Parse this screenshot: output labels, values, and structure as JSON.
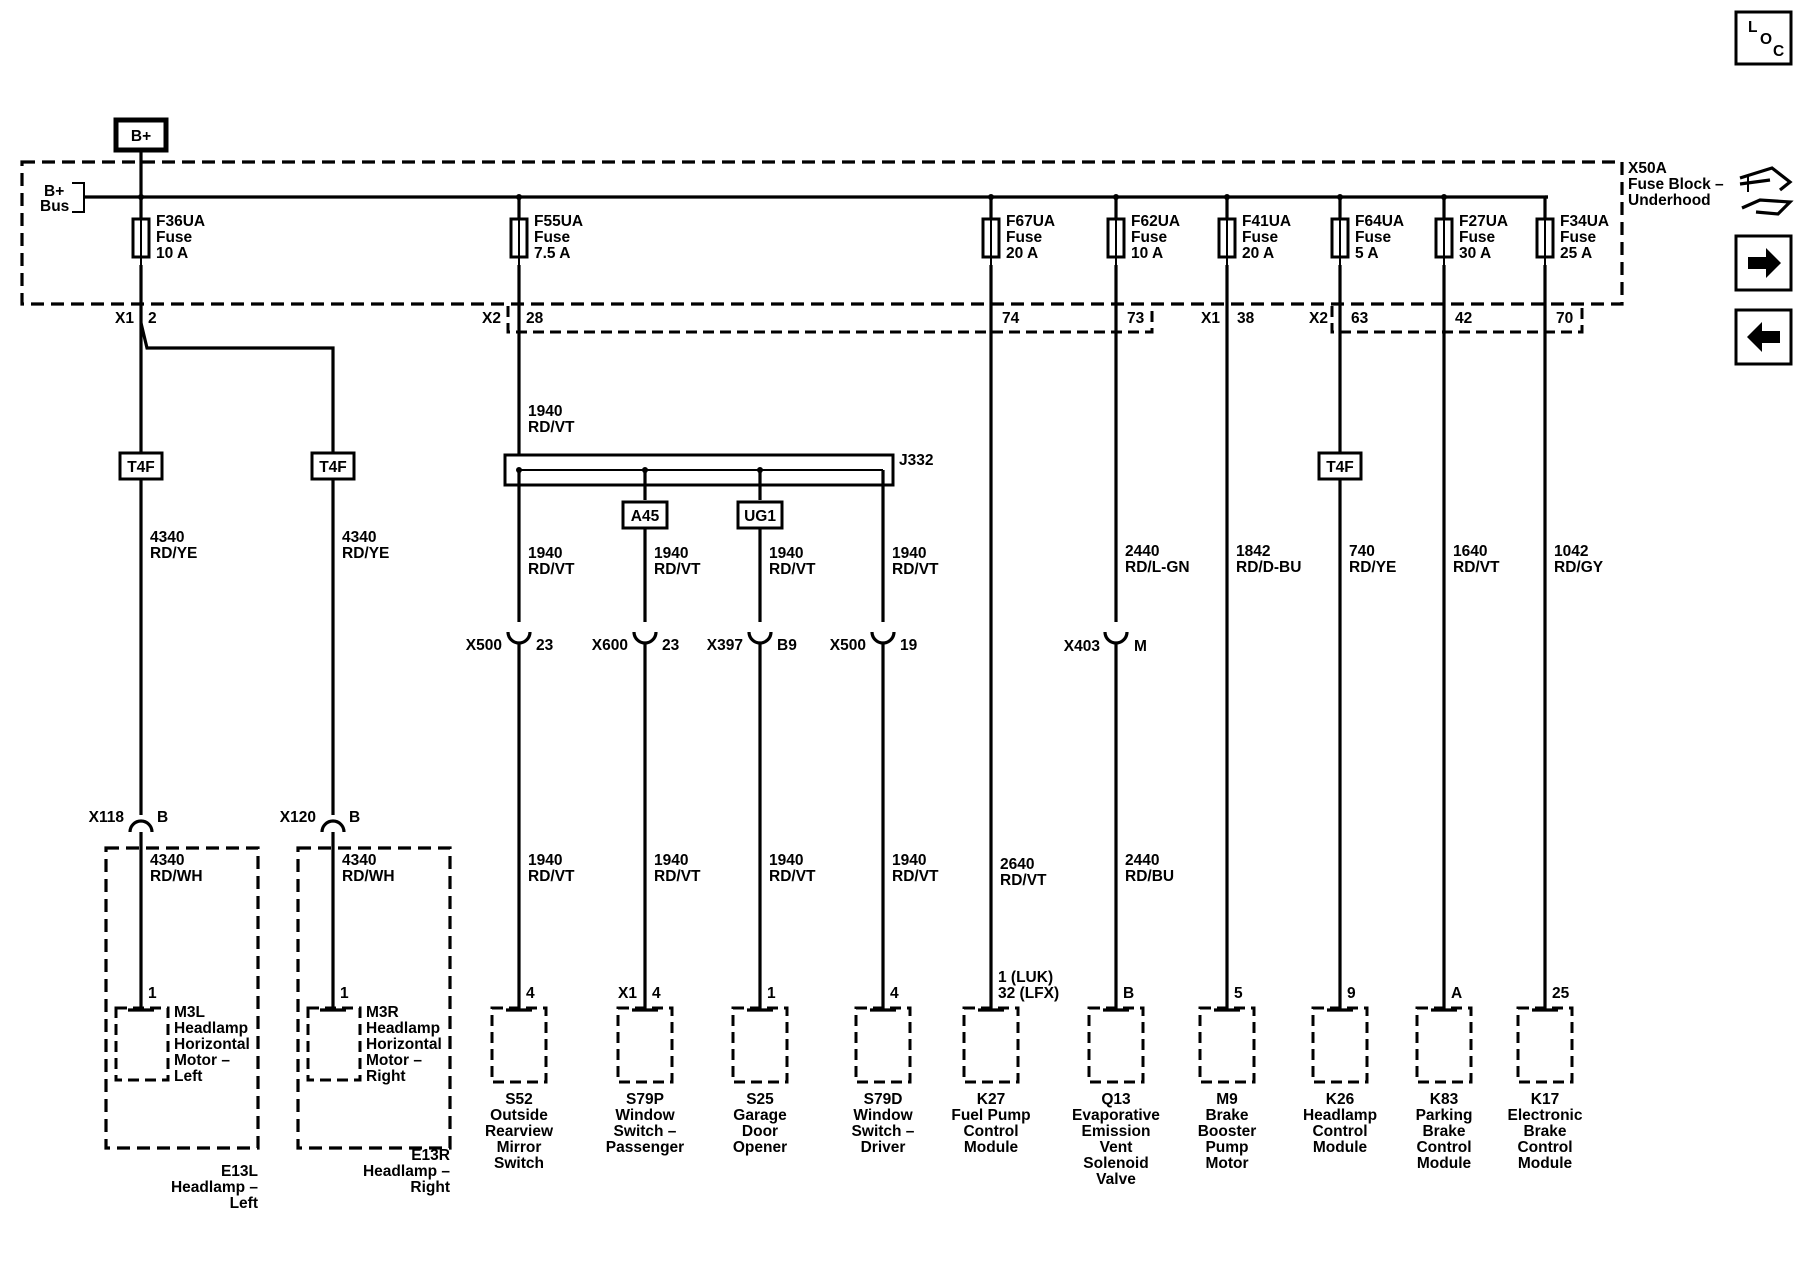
{
  "nav": {
    "loc_l": "L",
    "loc_o": "O",
    "loc_c": "C",
    "icons": [
      "loc-icon",
      "wrench-connector-icon",
      "arrow-right-icon",
      "arrow-left-icon"
    ]
  },
  "power": {
    "bplus_label": "B+",
    "bus_label_1": "B+",
    "bus_label_2": "Bus"
  },
  "fuse_block": {
    "id": "X50A",
    "name_1": "Fuse Block –",
    "name_2": "Underhood"
  },
  "fuses": [
    {
      "name": "F36UA",
      "type": "Fuse",
      "rating": "10 A"
    },
    {
      "name": "F55UA",
      "type": "Fuse",
      "rating": "7.5 A"
    },
    {
      "name": "F67UA",
      "type": "Fuse",
      "rating": "20 A"
    },
    {
      "name": "F62UA",
      "type": "Fuse",
      "rating": "10 A"
    },
    {
      "name": "F41UA",
      "type": "Fuse",
      "rating": "20 A"
    },
    {
      "name": "F64UA",
      "type": "Fuse",
      "rating": "5 A"
    },
    {
      "name": "F27UA",
      "type": "Fuse",
      "rating": "30 A"
    },
    {
      "name": "F34UA",
      "type": "Fuse",
      "rating": "25 A"
    }
  ],
  "connectors": {
    "x1_a": "X1",
    "x1_a_pin": "2",
    "x2_a": "X2",
    "x2_a_pin": "28",
    "x2_pin74": "74",
    "x2_pin73": "73",
    "x1_b": "X1",
    "x1_b_pin": "38",
    "x2_b": "X2",
    "x2_b_pin": "63",
    "pin42": "42",
    "pin70": "70"
  },
  "splice": {
    "id": "J332",
    "feed_circuit": "1940",
    "feed_color": "RD/VT"
  },
  "tags": {
    "t4f_1": "T4F",
    "t4f_2": "T4F",
    "t4f_3": "T4F",
    "a45": "A45",
    "ug1": "UG1"
  },
  "wires_upper": [
    {
      "circuit": "4340",
      "color": "RD/YE"
    },
    {
      "circuit": "4340",
      "color": "RD/YE"
    },
    {
      "circuit": "1940",
      "color": "RD/VT"
    },
    {
      "circuit": "1940",
      "color": "RD/VT"
    },
    {
      "circuit": "1940",
      "color": "RD/VT"
    },
    {
      "circuit": "1940",
      "color": "RD/VT"
    },
    {
      "circuit": "2440",
      "color": "RD/L-GN"
    },
    {
      "circuit": "1842",
      "color": "RD/D-BU"
    },
    {
      "circuit": "740",
      "color": "RD/YE"
    },
    {
      "circuit": "1640",
      "color": "RD/VT"
    },
    {
      "circuit": "1042",
      "color": "RD/GY"
    }
  ],
  "inline_connectors": [
    {
      "id": "X500",
      "pin": "23"
    },
    {
      "id": "X600",
      "pin": "23"
    },
    {
      "id": "X397",
      "pin": "B9"
    },
    {
      "id": "X500",
      "pin": "19"
    },
    {
      "id": "X403",
      "pin": "M"
    },
    {
      "id": "X118",
      "pin": "B"
    },
    {
      "id": "X120",
      "pin": "B"
    }
  ],
  "wires_lower": [
    {
      "circuit": "4340",
      "color": "RD/WH"
    },
    {
      "circuit": "4340",
      "color": "RD/WH"
    },
    {
      "circuit": "1940",
      "color": "RD/VT"
    },
    {
      "circuit": "1940",
      "color": "RD/VT"
    },
    {
      "circuit": "1940",
      "color": "RD/VT"
    },
    {
      "circuit": "1940",
      "color": "RD/VT"
    },
    {
      "circuit": "2640",
      "color": "RD/VT"
    },
    {
      "circuit": "2440",
      "color": "RD/BU"
    }
  ],
  "component_pins": {
    "m3l": "1",
    "m3r": "1",
    "s52": "4",
    "s79p_conn": "X1",
    "s79p": "4",
    "s25": "1",
    "s79d": "4",
    "k27_1": "1 (LUK)",
    "k27_2": "32 (LFX)",
    "q13": "B",
    "m9": "5",
    "k26": "9",
    "k83": "A",
    "k17": "25"
  },
  "components": {
    "m3l": [
      "M3L",
      "Headlamp",
      "Horizontal",
      "Motor –",
      "Left"
    ],
    "m3r": [
      "M3R",
      "Headlamp",
      "Horizontal",
      "Motor –",
      "Right"
    ],
    "e13l": [
      "E13L",
      "Headlamp –",
      "Left"
    ],
    "e13r": [
      "E13R",
      "Headlamp –",
      "Right"
    ],
    "s52": [
      "S52",
      "Outside",
      "Rearview",
      "Mirror",
      "Switch"
    ],
    "s79p": [
      "S79P",
      "Window",
      "Switch –",
      "Passenger"
    ],
    "s25": [
      "S25",
      "Garage",
      "Door",
      "Opener"
    ],
    "s79d": [
      "S79D",
      "Window",
      "Switch –",
      "Driver"
    ],
    "k27": [
      "K27",
      "Fuel Pump",
      "Control",
      "Module"
    ],
    "q13": [
      "Q13",
      "Evaporative",
      "Emission",
      "Vent",
      "Solenoid",
      "Valve"
    ],
    "m9": [
      "M9",
      "Brake",
      "Booster",
      "Pump",
      "Motor"
    ],
    "k26": [
      "K26",
      "Headlamp",
      "Control",
      "Module"
    ],
    "k83": [
      "K83",
      "Parking",
      "Brake",
      "Control",
      "Module"
    ],
    "k17": [
      "K17",
      "Electronic",
      "Brake",
      "Control",
      "Module"
    ]
  }
}
